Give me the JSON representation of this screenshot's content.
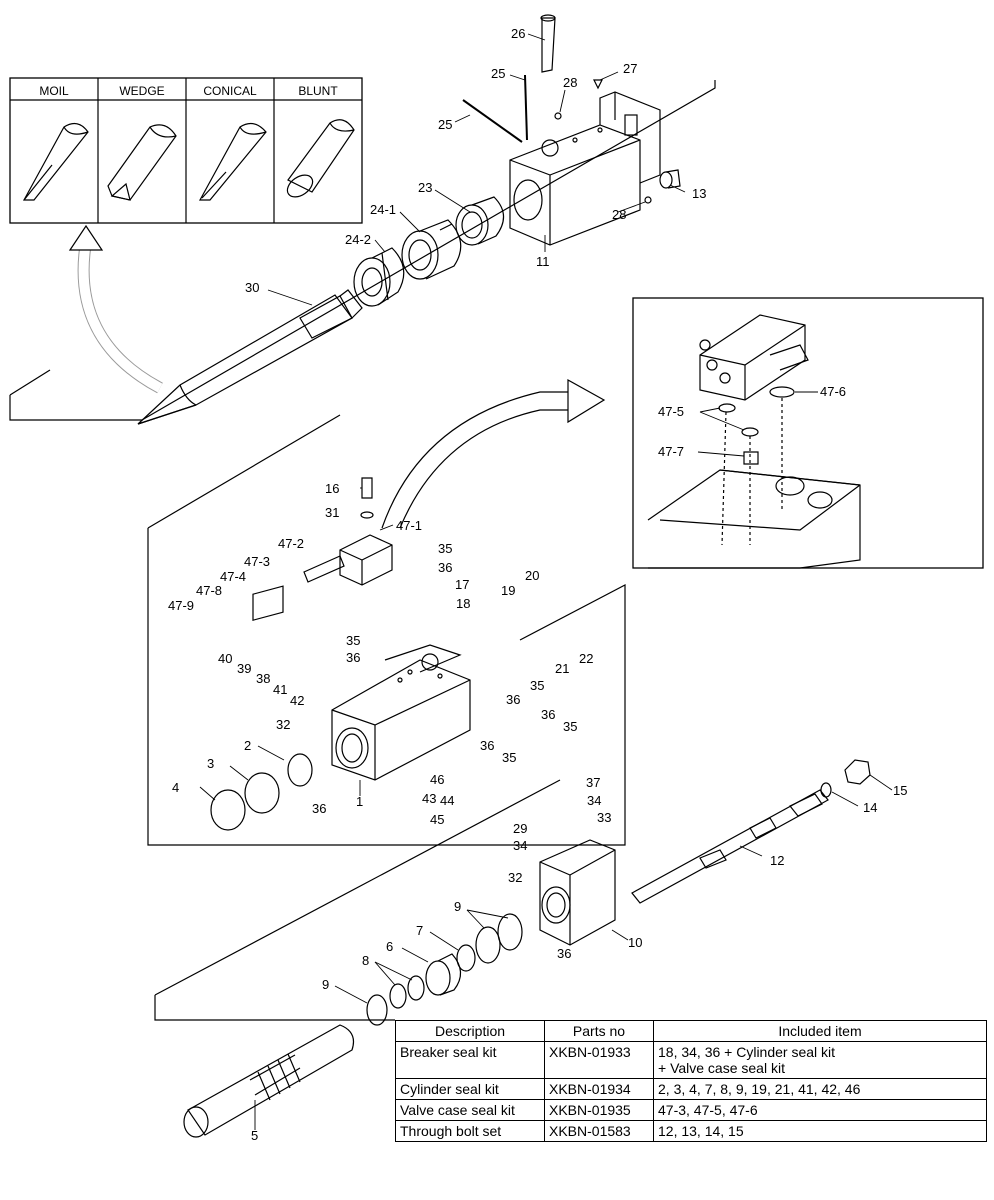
{
  "tool_tips": [
    "MOIL",
    "WEDGE",
    "CONICAL",
    "BLUNT"
  ],
  "callouts": {
    "c1": "1",
    "c2": "2",
    "c3": "3",
    "c4": "4",
    "c5": "5",
    "c6": "6",
    "c7": "7",
    "c8": "8",
    "c9a": "9",
    "c9b": "9",
    "c10": "10",
    "c11": "11",
    "c12": "12",
    "c13": "13",
    "c14": "14",
    "c15": "15",
    "c16": "16",
    "c17": "17",
    "c18": "18",
    "c19": "19",
    "c20": "20",
    "c21": "21",
    "c22": "22",
    "c23": "23",
    "c24_1": "24-1",
    "c24_2": "24-2",
    "c25a": "25",
    "c25b": "25",
    "c26": "26",
    "c27": "27",
    "c28a": "28",
    "c28b": "28",
    "c29": "29",
    "c30": "30",
    "c31": "31",
    "c32a": "32",
    "c32b": "32",
    "c33": "33",
    "c34a": "34",
    "c34b": "34",
    "c35a": "35",
    "c35b": "35",
    "c35c": "35",
    "c35d": "35",
    "c35e": "35",
    "c36a": "36",
    "c36b": "36",
    "c36c": "36",
    "c36d": "36",
    "c36e": "36",
    "c36f": "36",
    "c36g": "36",
    "c37": "37",
    "c38": "38",
    "c39": "39",
    "c40": "40",
    "c41": "41",
    "c42": "42",
    "c43": "43",
    "c44": "44",
    "c45": "45",
    "c46": "46",
    "c47_1": "47-1",
    "c47_2": "47-2",
    "c47_3": "47-3",
    "c47_4": "47-4",
    "c47_5": "47-5",
    "c47_6": "47-6",
    "c47_7": "47-7",
    "c47_8": "47-8",
    "c47_9": "47-9"
  },
  "table": {
    "headers": [
      "Description",
      "Parts no",
      "Included item"
    ],
    "rows": [
      [
        "Breaker seal kit",
        "XKBN-01933",
        "18, 34, 36 + Cylinder seal kit\n+ Valve case seal kit"
      ],
      [
        "Cylinder seal kit",
        "XKBN-01934",
        "2, 3, 4, 7, 8, 9, 19, 21, 41, 42, 46"
      ],
      [
        "Valve case seal kit",
        "XKBN-01935",
        "47-3, 47-5, 47-6"
      ],
      [
        "Through bolt set",
        "XKBN-01583",
        "12, 13, 14, 15"
      ]
    ]
  }
}
